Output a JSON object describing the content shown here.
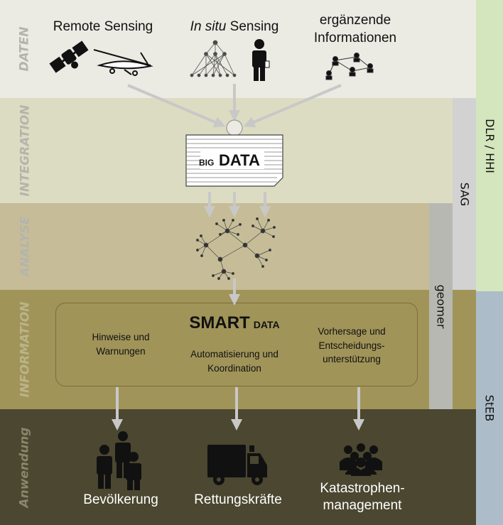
{
  "rows": [
    "DATEN",
    "INTEGRATION",
    "ANALYSE",
    "INFORMATION",
    "Anwendung"
  ],
  "sources": {
    "remote": "Remote Sensing",
    "insitu_italic": "In situ",
    "insitu_rest": " Sensing",
    "extra_line1": "ergänzende",
    "extra_line2": "Informationen"
  },
  "bigdata": {
    "small": "BIG",
    "large": "DATA"
  },
  "smartdata": {
    "big": "SMART",
    "small": "DATA",
    "left_line1": "Hinweise und",
    "left_line2": "Warnungen",
    "center_line1": "Automatisierung und",
    "center_line2": "Koordination",
    "right_line1": "Vorhersage und",
    "right_line2": "Entscheidungs-",
    "right_line3": "unterstützung"
  },
  "outputs": {
    "people": "Bevölkerung",
    "rescue": "Rettungskräfte",
    "disaster_line1": "Katastrophen-",
    "disaster_line2": "management"
  },
  "partners": {
    "dlr": "DLR / HHI",
    "sag": "SAG",
    "geomer": "geomer",
    "steb": "StEB"
  },
  "colors": {
    "daten": "#ebebe4",
    "integration": "#dcdcc2",
    "analyse": "#c6bd98",
    "information": "#a09459",
    "anwendung": "#4b4730",
    "dlr": "#d4e6bd",
    "steb": "#adbcc9"
  }
}
